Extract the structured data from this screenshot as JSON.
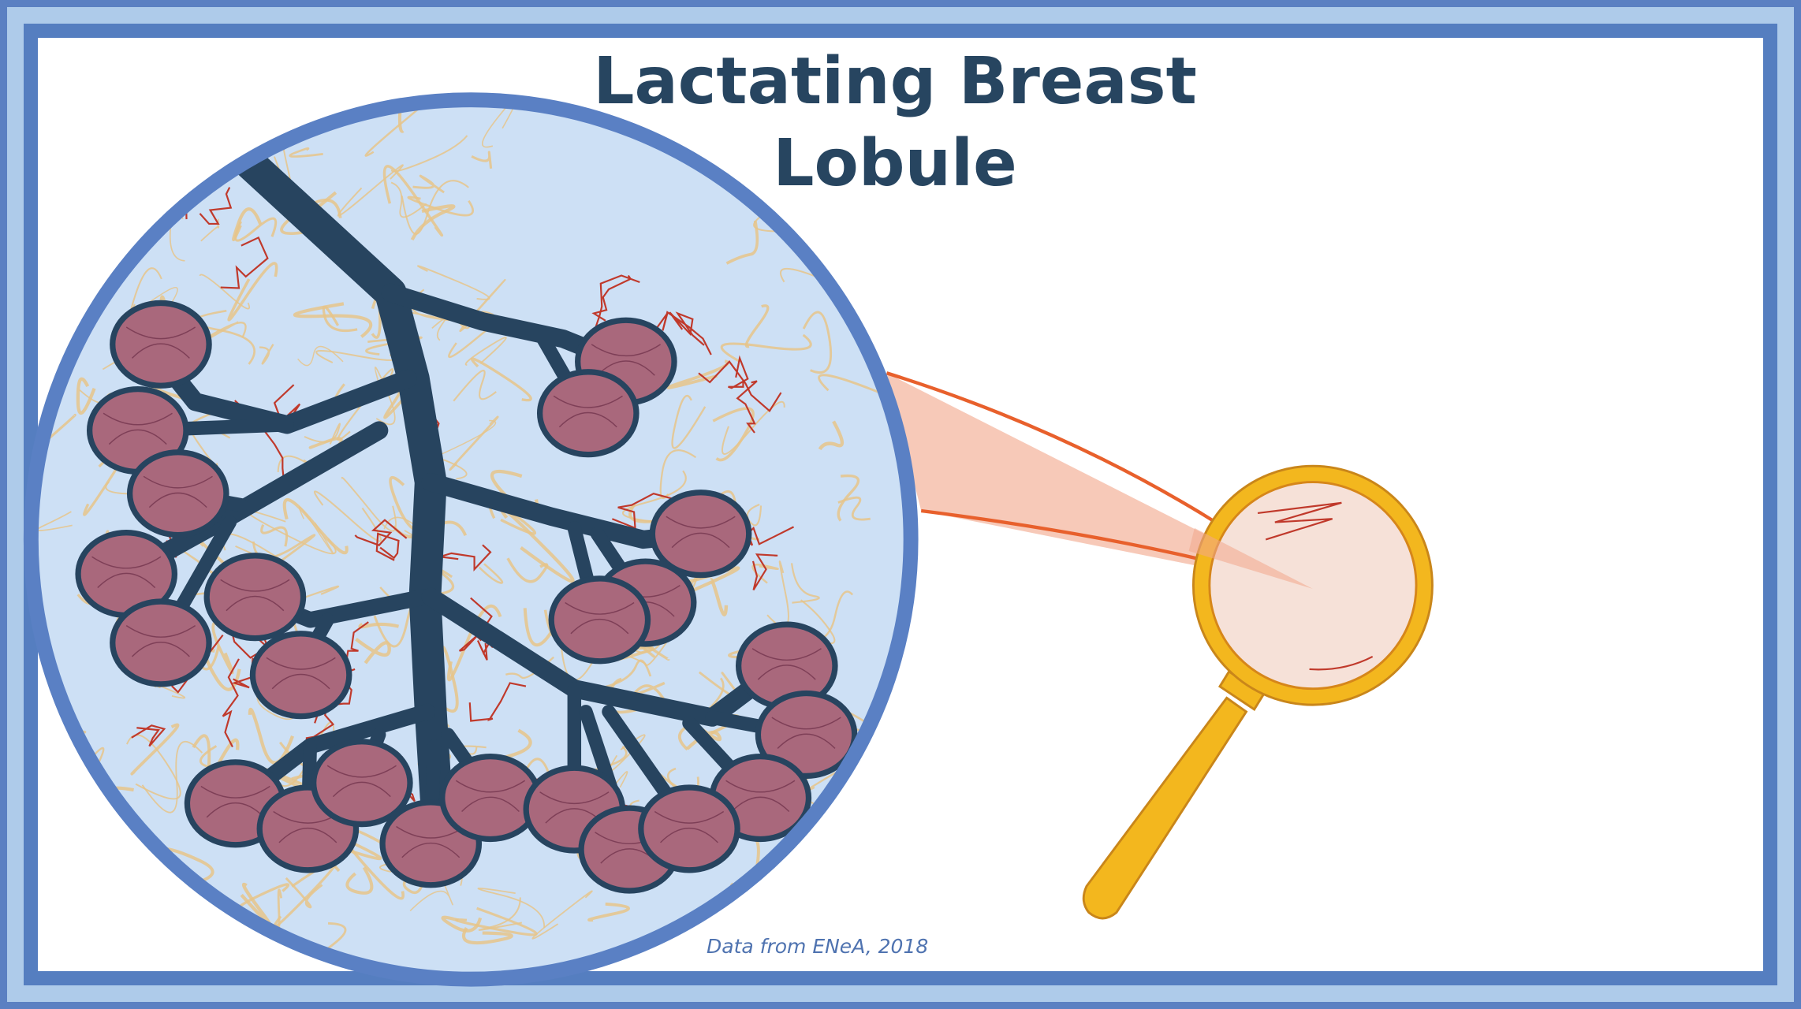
{
  "title": {
    "line1": "Lactating Breast",
    "line2": "Lobule"
  },
  "caption": "Data from ENeA, 2018",
  "colors": {
    "frame_dark": "#557ec0",
    "frame_light": "#aecbea",
    "circle_fill": "#cde0f5",
    "circle_stroke": "#5a80c4",
    "duct": "#27445f",
    "alveolus": "#a9687c",
    "fiber": "#e6c48a",
    "capillary": "#c0392b",
    "cone": "#f7c9b8",
    "cone_stroke": "#e8602c",
    "magnifier_rim": "#f3b71e",
    "lens": "#f6e1d8"
  }
}
